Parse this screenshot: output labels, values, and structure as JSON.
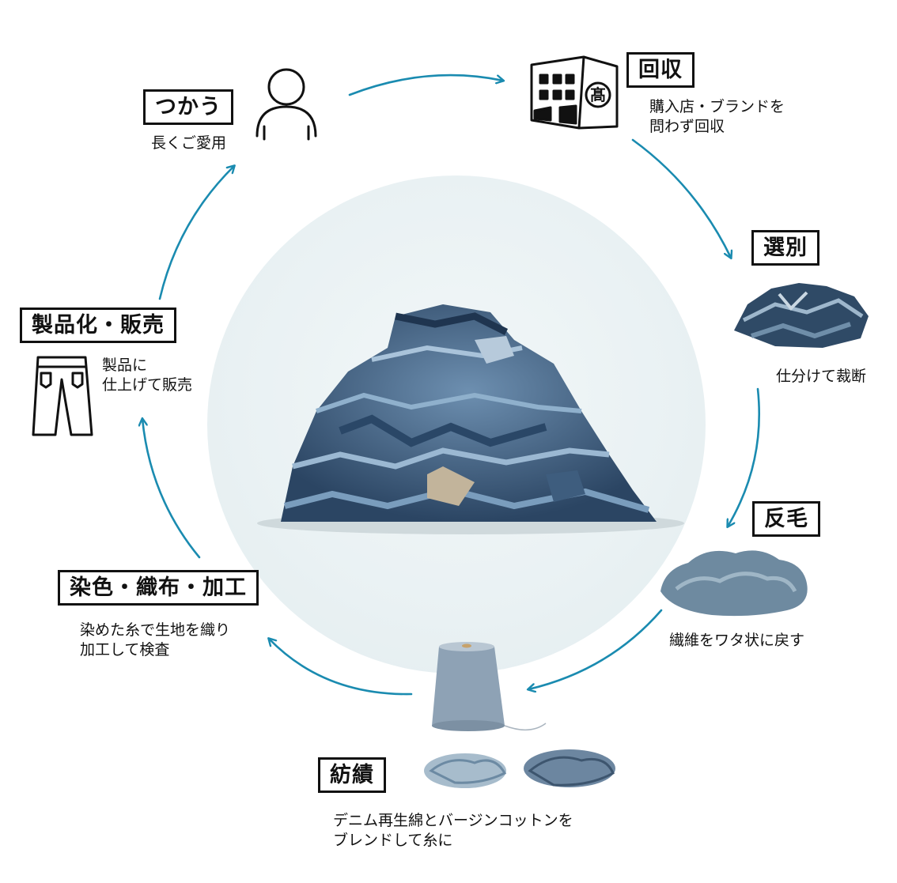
{
  "accent_color": "#1a8bb0",
  "steps": [
    {
      "id": "use",
      "label": "つかう",
      "desc": [
        "長くご愛用"
      ],
      "icon": "person-icon"
    },
    {
      "id": "collect",
      "label": "回収",
      "desc": [
        "購入店・ブランドを",
        "問わず回収"
      ],
      "icon": "store-building-icon"
    },
    {
      "id": "sort",
      "label": "選別",
      "desc": [
        "仕分けて裁断"
      ],
      "icon": "denim-scraps-icon"
    },
    {
      "id": "fiber",
      "label": "反毛",
      "desc": [
        "繊維をワタ状に戻す"
      ],
      "icon": "cotton-fiber-icon"
    },
    {
      "id": "spin",
      "label": "紡績",
      "desc": [
        "デニム再生綿とバージンコットンを",
        "ブレンドして糸に"
      ],
      "icon": "yarn-cone-icon"
    },
    {
      "id": "dye",
      "label": "染色・織布・加工",
      "desc": [
        "染めた糸で生地を織り",
        "加工して検査"
      ],
      "icon": ""
    },
    {
      "id": "product",
      "label": "製品化・販売",
      "desc": [
        "製品に",
        "仕上げて販売"
      ],
      "icon": "jeans-icon"
    }
  ],
  "building_logo": "髙"
}
